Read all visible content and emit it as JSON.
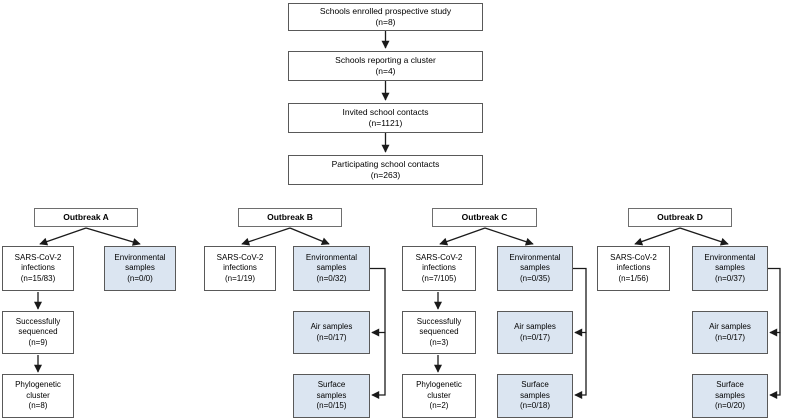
{
  "colors": {
    "white_fill": "#ffffff",
    "blue_fill": "#dbe5f1",
    "box_border": "#595959",
    "arrow": "#1a1a1a"
  },
  "top_chain": {
    "enrolled": "Schools enrolled prospective study\n(n=8)",
    "reporting": "Schools reporting a cluster\n(n=4)",
    "invited": "Invited school contacts\n(n=1121)",
    "participating": "Participating school contacts\n(n=263)"
  },
  "outbreaks": {
    "a": {
      "title": "Outbreak A",
      "infections": "SARS-CoV-2\ninfections\n(n=15/83)",
      "environmental": "Environmental\nsamples\n(n=0/0)",
      "sequenced": "Successfully\nsequenced\n(n=9)",
      "phylogenetic": "Phylogenetic\ncluster\n(n=8)"
    },
    "b": {
      "title": "Outbreak B",
      "infections": "SARS-CoV-2\ninfections\n(n=1/19)",
      "environmental": "Environmental\nsamples\n(n=0/32)",
      "air": "Air samples\n(n=0/17)",
      "surface": "Surface\nsamples\n(n=0/15)"
    },
    "c": {
      "title": "Outbreak C",
      "infections": "SARS-CoV-2\ninfections\n(n=7/105)",
      "environmental": "Environmental\nsamples\n(n=0/35)",
      "sequenced": "Successfully\nsequenced\n(n=3)",
      "air": "Air samples\n(n=0/17)",
      "phylogenetic": "Phylogenetic\ncluster\n(n=2)",
      "surface": "Surface\nsamples\n(n=0/18)"
    },
    "d": {
      "title": "Outbreak D",
      "infections": "SARS-CoV-2\ninfections\n(n=1/56)",
      "environmental": "Environmental\nsamples\n(n=0/37)",
      "air": "Air samples\n(n=0/17)",
      "surface": "Surface\nsamples\n(n=0/20)"
    }
  }
}
